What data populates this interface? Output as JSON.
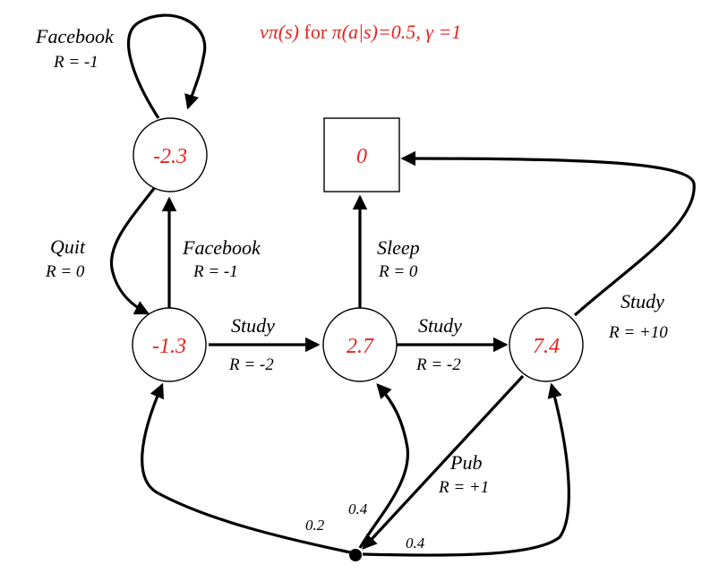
{
  "title": {
    "v_pi": "vπ(s)",
    "for_word": " for ",
    "policy": "π(a|s)=0.5, γ =1"
  },
  "colors": {
    "value": "#e8231f",
    "ink": "#000000"
  },
  "states": {
    "facebook": {
      "value": "-2.3"
    },
    "class1": {
      "value": "-1.3"
    },
    "class2": {
      "value": "2.7"
    },
    "class3": {
      "value": "7.4"
    },
    "terminal": {
      "value": "0"
    }
  },
  "actions": {
    "facebook_self": {
      "name": "Facebook",
      "reward": "R = -1"
    },
    "quit": {
      "name": "Quit",
      "reward": "R = 0"
    },
    "facebook": {
      "name": "Facebook",
      "reward": "R = -1"
    },
    "study1": {
      "name": "Study",
      "reward": "R = -2"
    },
    "study2": {
      "name": "Study",
      "reward": "R = -2"
    },
    "sleep": {
      "name": "Sleep",
      "reward": "R = 0"
    },
    "study3": {
      "name": "Study",
      "reward": "R = +10"
    },
    "pub": {
      "name": "Pub",
      "reward": "R = +1"
    }
  },
  "pub_transitions": {
    "to_class1": "0.2",
    "to_class2": "0.4",
    "to_class3": "0.4"
  }
}
